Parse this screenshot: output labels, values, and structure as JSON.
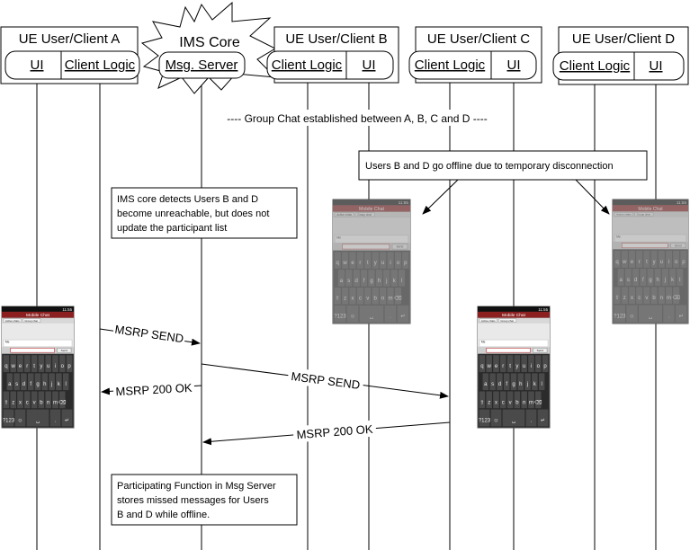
{
  "entities": {
    "client_a": {
      "header": "UE User/Client A",
      "parts": [
        "UI",
        "Client Logic"
      ]
    },
    "ims_core": {
      "header": "IMS Core",
      "parts": [
        "Msg. Server"
      ]
    },
    "client_b": {
      "header": "UE User/Client B",
      "parts": [
        "Client Logic",
        "UI"
      ]
    },
    "client_c": {
      "header": "UE User/Client C",
      "parts": [
        "Client Logic",
        "UI"
      ]
    },
    "client_d": {
      "header": "UE User/Client D",
      "parts": [
        "Client Logic",
        "UI"
      ]
    }
  },
  "notes": {
    "group_chat": "---- Group Chat established between A, B, C and D ----",
    "offline": "Users B and D go offline due to temporary disconnection",
    "ims_detect": [
      "IMS core detects Users B and D",
      "become unreachable, but does not",
      "update the participant list"
    ],
    "participating": [
      "Participating Function in Msg Server",
      "stores missed messages for Users",
      "B and D while offline."
    ]
  },
  "messages": {
    "send_a_to_server": "MSRP SEND",
    "ok_server_to_a": "MSRP 200 OK",
    "send_server_to_c": "MSRP SEND",
    "ok_c_to_server": "MSRP 200 OK"
  },
  "phone": {
    "app_title": "Mobile Chat",
    "status_time": "11:55",
    "tab_1": "Active chats",
    "tab_2": "Group chat",
    "sender": "Me",
    "send_label": "Send",
    "keyboard_rows": [
      [
        "q",
        "w",
        "e",
        "r",
        "t",
        "y",
        "u",
        "i",
        "o",
        "p"
      ],
      [
        "a",
        "s",
        "d",
        "f",
        "g",
        "h",
        "j",
        "k",
        "l"
      ],
      [
        "⇧",
        "z",
        "x",
        "c",
        "v",
        "b",
        "n",
        "m",
        "⌫"
      ],
      [
        "?123",
        "☺",
        "␣",
        ".",
        "↵"
      ]
    ]
  },
  "colors": {
    "line": "#000000",
    "phone_body": "#2b2b2b",
    "phone_titlebar": "#8c1f1f",
    "offline_overlay": "#9a9a9a"
  }
}
